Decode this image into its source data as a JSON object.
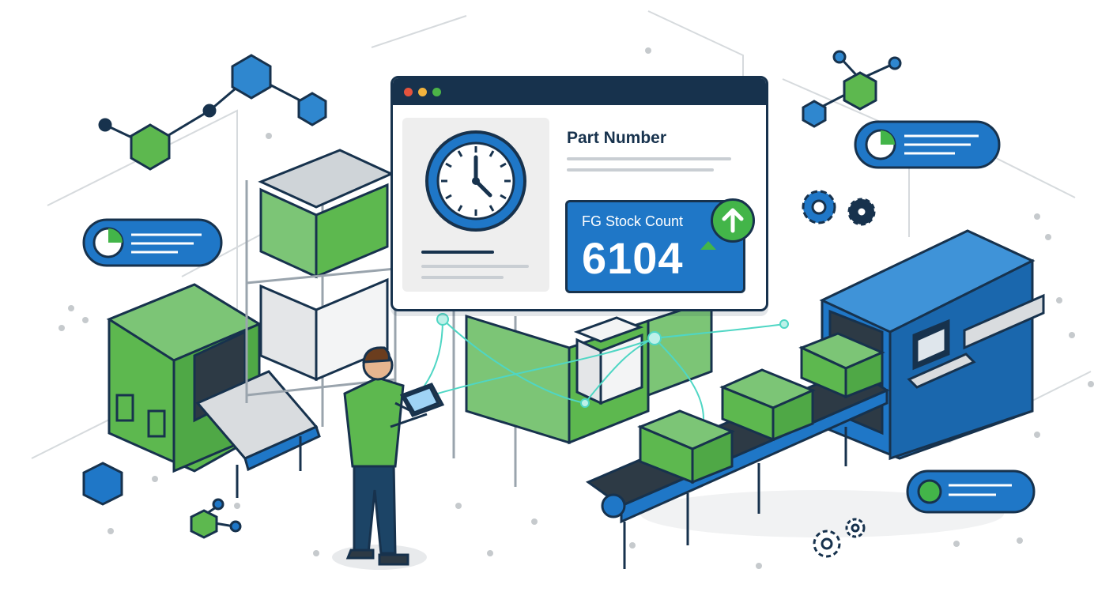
{
  "panel": {
    "title": "Part Number",
    "stock_label": "FG Stock Count",
    "stock_value": "6104"
  },
  "icons": [
    "clock-icon",
    "arrow-up-icon",
    "gear-icon",
    "pie-chart-icon",
    "cube-icon",
    "network-node-icon"
  ],
  "colors": {
    "navy": "#17324d",
    "blue": "#1f77c7",
    "green": "#43b549",
    "light_green": "#7cc576",
    "grey": "#eeeeee"
  }
}
